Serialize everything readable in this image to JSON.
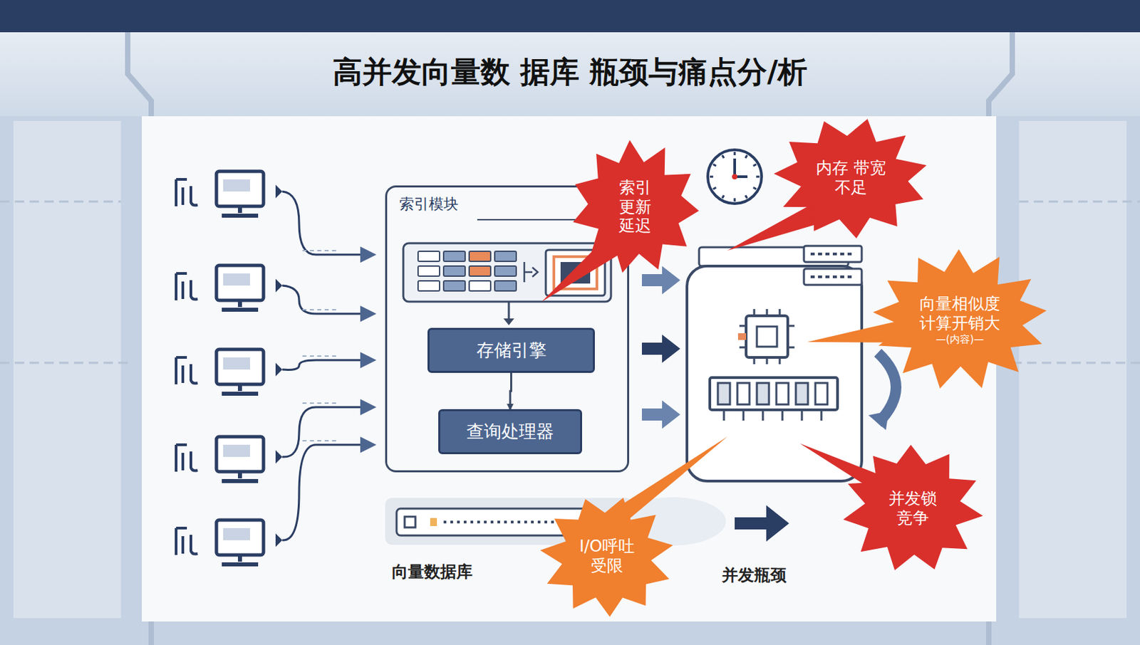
{
  "diagram": {
    "title": "高并发向量数 据库 瓶颈与痛点分/析",
    "nodes": [
      {
        "text": [
          "索引模块"
        ]
      },
      {
        "text": [
          "存储引擎"
        ],
        "in": 0
      },
      {
        "text": [
          "查询处理器"
        ],
        "in": 0
      },
      {
        "text": [
          "向量数据库"
        ]
      },
      {
        "text": [
          "索引 更新 延迟"
        ]
      },
      {
        "text": [
          "内存 带宽不足"
        ]
      },
      {
        "text": [
          "向量相似度 计算开销大",
          "—(内容)—"
        ]
      },
      {
        "text": [
          "I/O呼吐 受限"
        ]
      },
      {
        "text": [
          "并发锁 竞争"
        ]
      }
    ],
    "edges": [
      {
        "from": 1,
        "to": 2,
        "arrow": "to"
      }
    ],
    "labels": [
      "并发瓶颈"
    ]
  }
}
